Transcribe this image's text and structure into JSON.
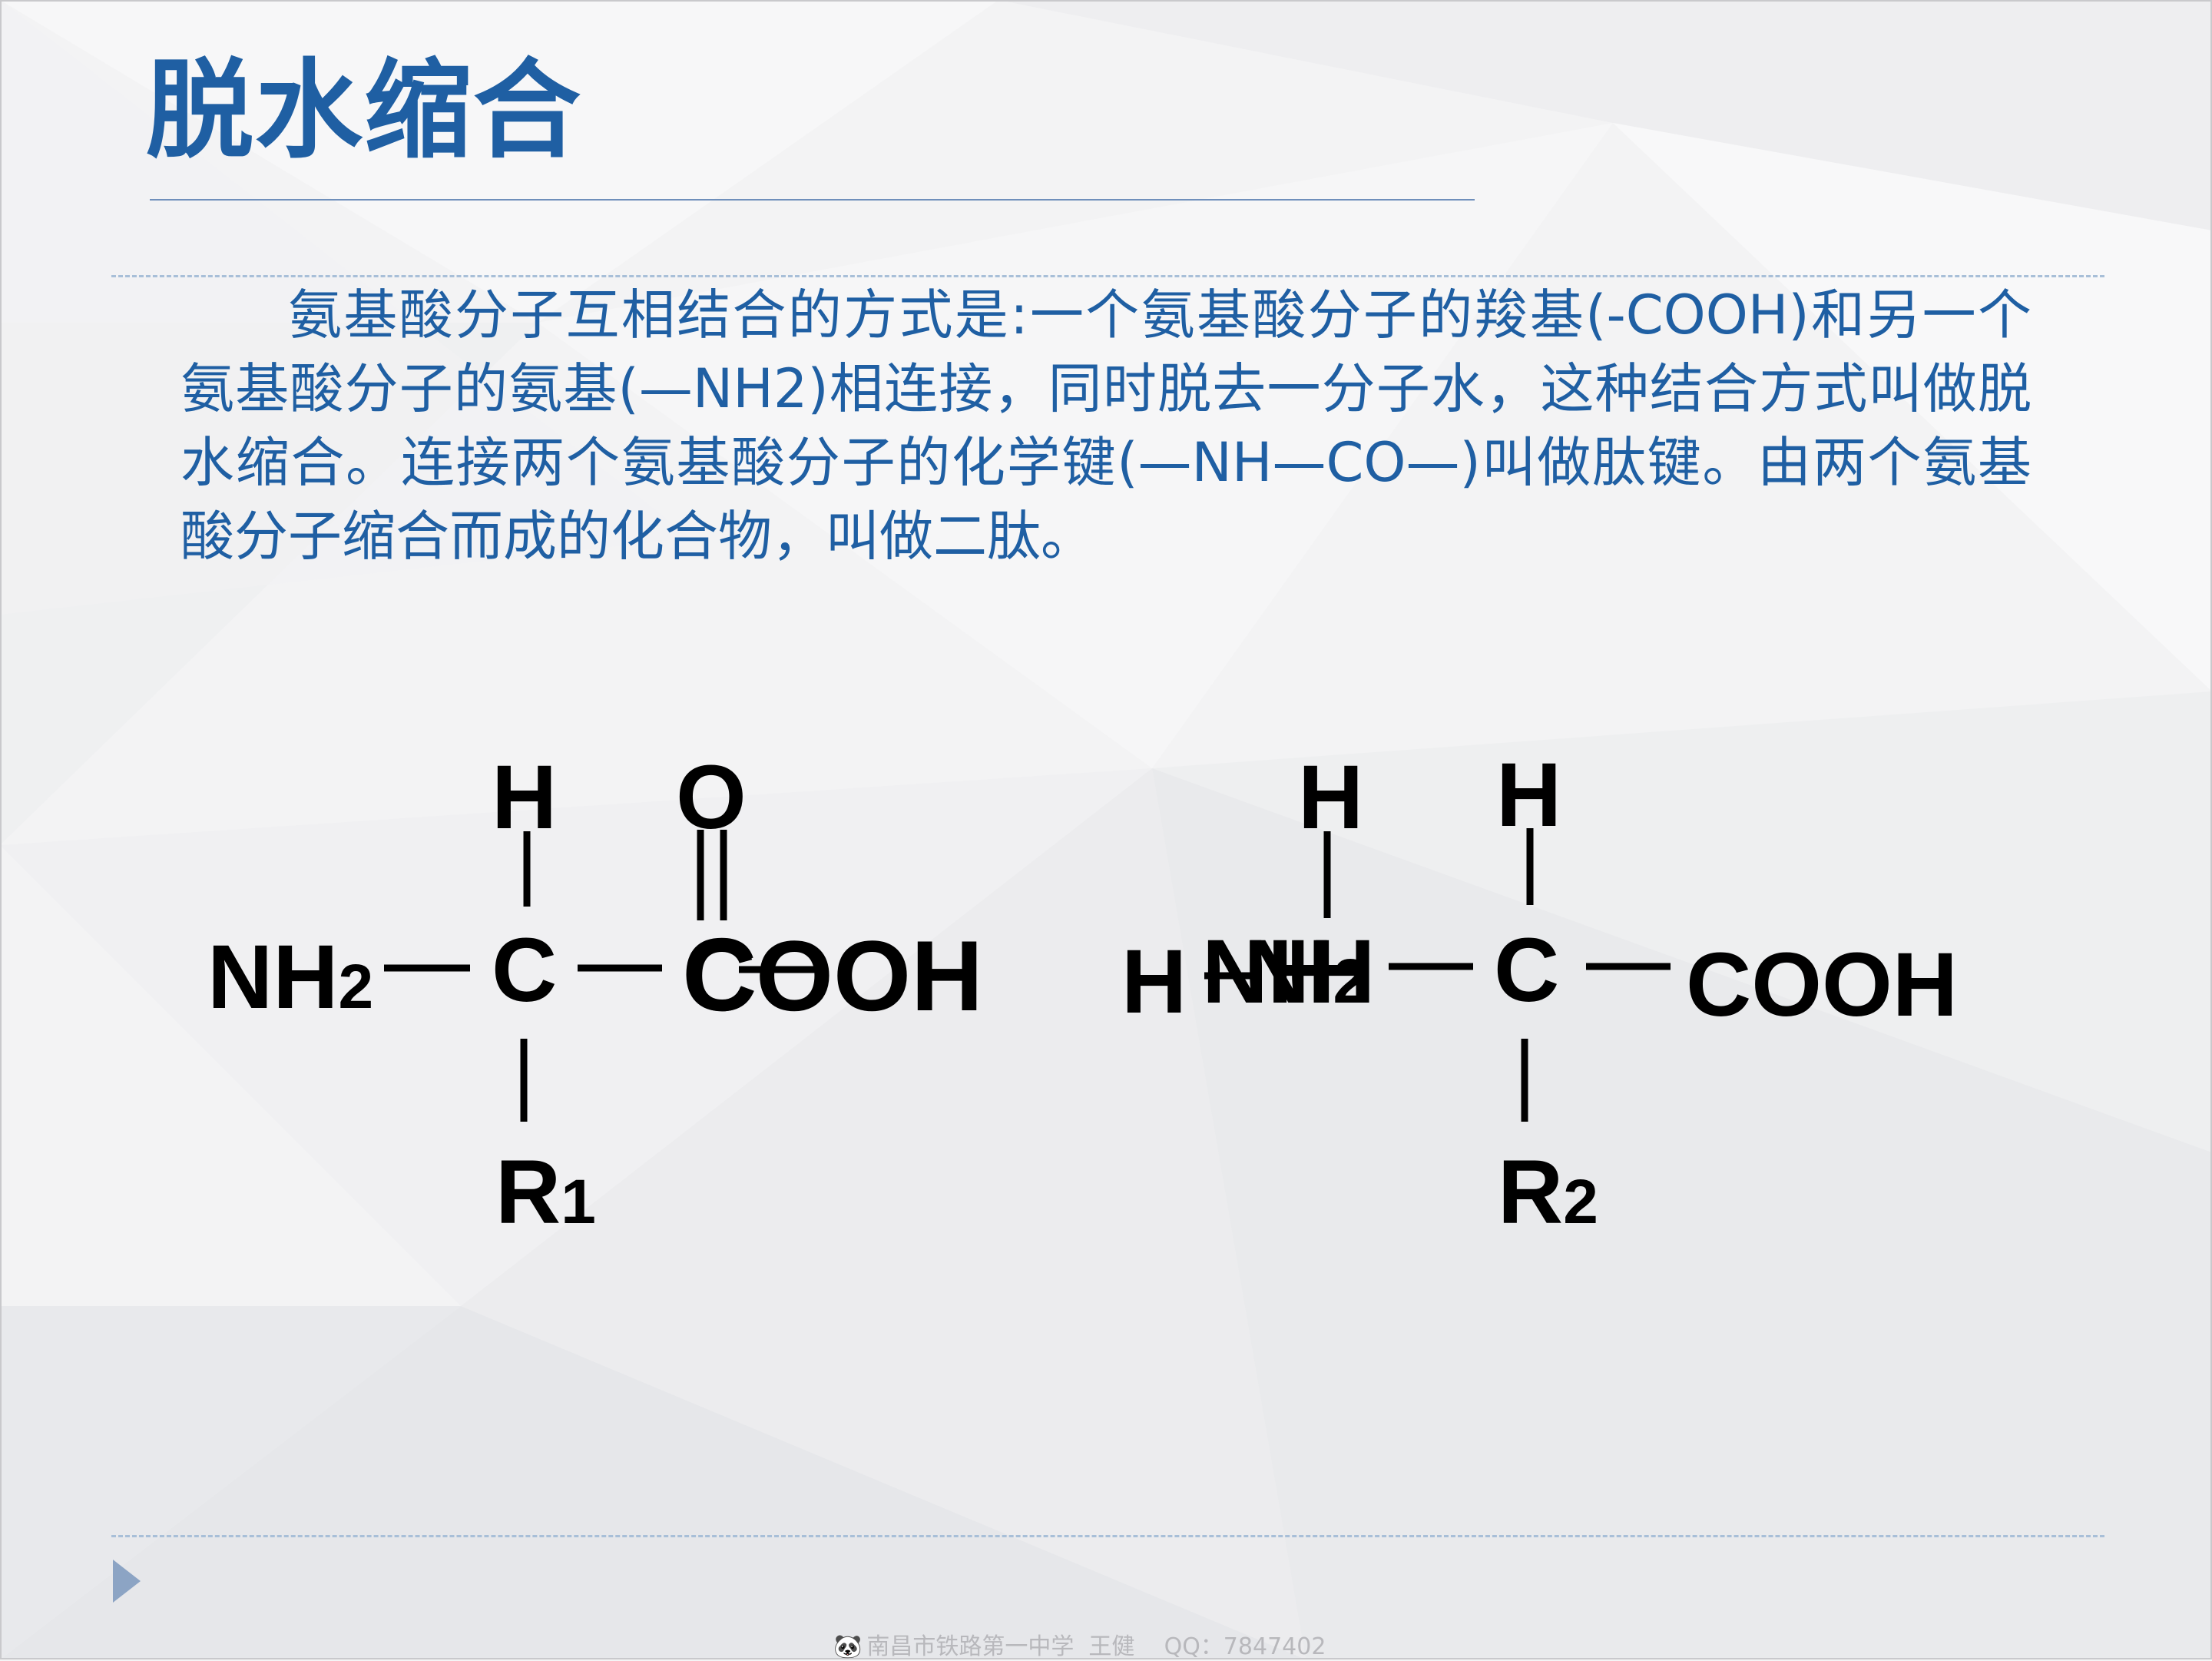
{
  "slide": {
    "title": "脱水缩合",
    "paragraph": "氨基酸分子互相结合的方式是:一个氨基酸分子的羧基(-COOH)和另一个氨基酸分子的氨基(—NH2)相连接，同时脱去一分子水，这种结合方式叫做脱水缩合。连接两个氨基酸分子的化学键(—NH—CO—)叫做肽键。由两个氨基酸分子缩合而成的化合物，叫做二肽。",
    "footer": "南昌市铁路第一中学  王健    QQ：7847402"
  },
  "formula": {
    "left": {
      "h": "H",
      "o": "O",
      "nh": "NH",
      "nh_sub": "2",
      "c": "C",
      "c_bold": "C",
      "cooh": "COOH",
      "r": "R",
      "r_sub": "1"
    },
    "right": {
      "h_n": "H",
      "h_c": "H",
      "h_left": "H",
      "nh": "NH",
      "nh_sub": "2",
      "c": "C",
      "cooh": "COOH",
      "r": "R",
      "r_sub": "2"
    }
  },
  "colors": {
    "title": "#1f5fa3",
    "text": "#1f5fa3",
    "formula": "#000000",
    "rule": "#a8bfd8"
  }
}
